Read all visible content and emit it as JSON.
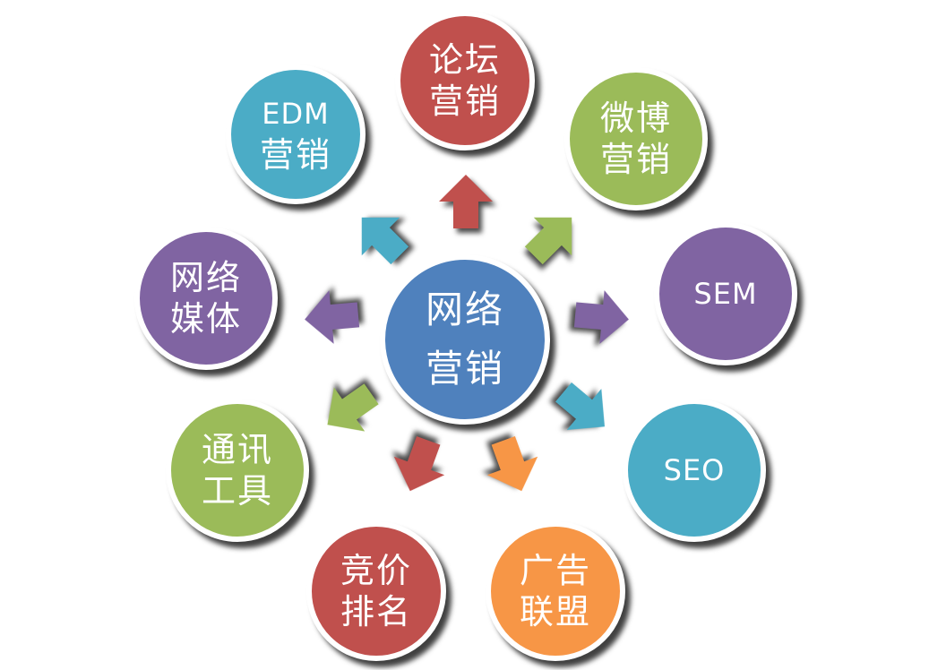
{
  "diagram": {
    "type": "hub-and-spoke",
    "center": {
      "lines": [
        "网络",
        "营销"
      ],
      "color": "#4f81bd"
    },
    "nodes": [
      {
        "id": "forum",
        "lines": [
          "论坛",
          "营销"
        ],
        "color": "#c0504d"
      },
      {
        "id": "weibo",
        "lines": [
          "微博",
          "营销"
        ],
        "color": "#9bbb59"
      },
      {
        "id": "sem",
        "lines": [
          "SEM"
        ],
        "color": "#8064a2"
      },
      {
        "id": "seo",
        "lines": [
          "SEO"
        ],
        "color": "#4bacc6"
      },
      {
        "id": "ad-alliance",
        "lines": [
          "广告",
          "联盟"
        ],
        "color": "#f79646"
      },
      {
        "id": "bidding",
        "lines": [
          "竞价",
          "排名"
        ],
        "color": "#c0504d"
      },
      {
        "id": "im-tools",
        "lines": [
          "通讯",
          "工具"
        ],
        "color": "#9bbb59"
      },
      {
        "id": "net-media",
        "lines": [
          "网络",
          "媒体"
        ],
        "color": "#8064a2"
      },
      {
        "id": "edm",
        "lines": [
          "EDM",
          "营销"
        ],
        "color": "#4bacc6"
      }
    ],
    "arrows": [
      {
        "target": "forum",
        "color": "#c0504d"
      },
      {
        "target": "weibo",
        "color": "#9bbb59"
      },
      {
        "target": "sem",
        "color": "#8064a2"
      },
      {
        "target": "seo",
        "color": "#4bacc6"
      },
      {
        "target": "ad-alliance",
        "color": "#f79646"
      },
      {
        "target": "bidding",
        "color": "#c0504d"
      },
      {
        "target": "im-tools",
        "color": "#9bbb59"
      },
      {
        "target": "net-media",
        "color": "#8064a2"
      },
      {
        "target": "edm",
        "color": "#4bacc6"
      }
    ]
  }
}
